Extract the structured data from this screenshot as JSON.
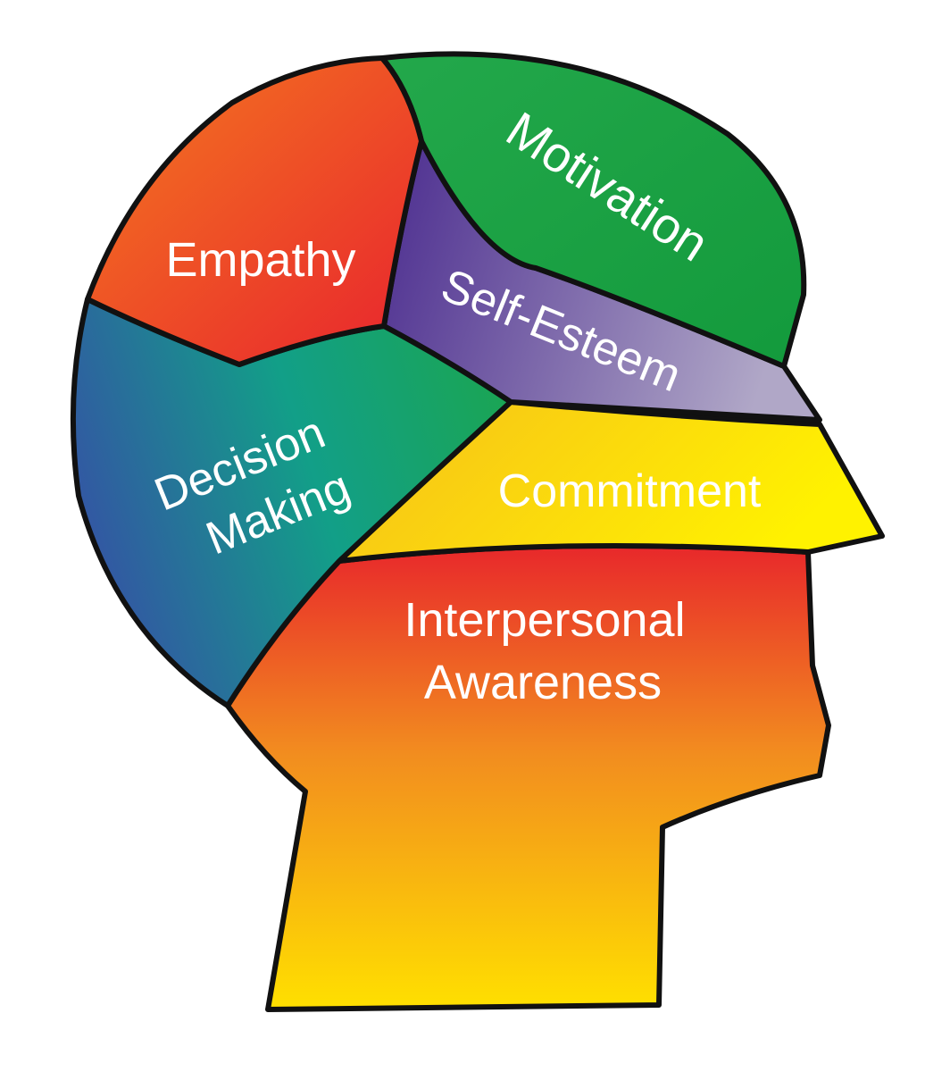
{
  "regions": {
    "empathy": {
      "label": "Empathy",
      "colors": [
        "#f47a1f",
        "#e8232e"
      ]
    },
    "motivation": {
      "label": "Motivation",
      "colors": [
        "#23a84b",
        "#139a3c"
      ]
    },
    "self_esteem": {
      "label": "Self-Esteem",
      "colors": [
        "#4b2c8f",
        "#b0a7c7"
      ]
    },
    "decision_making": {
      "line1": "Decision",
      "line2": "Making",
      "colors": [
        "#3552a5",
        "#129f88",
        "#1aa555"
      ]
    },
    "commitment": {
      "label": "Commitment",
      "colors": [
        "#f6be1b",
        "#fff200"
      ]
    },
    "interpersonal_awareness": {
      "line1": "Interpersonal",
      "line2": "Awareness",
      "colors": [
        "#e8282b",
        "#f28d1f",
        "#ffe000"
      ]
    }
  }
}
